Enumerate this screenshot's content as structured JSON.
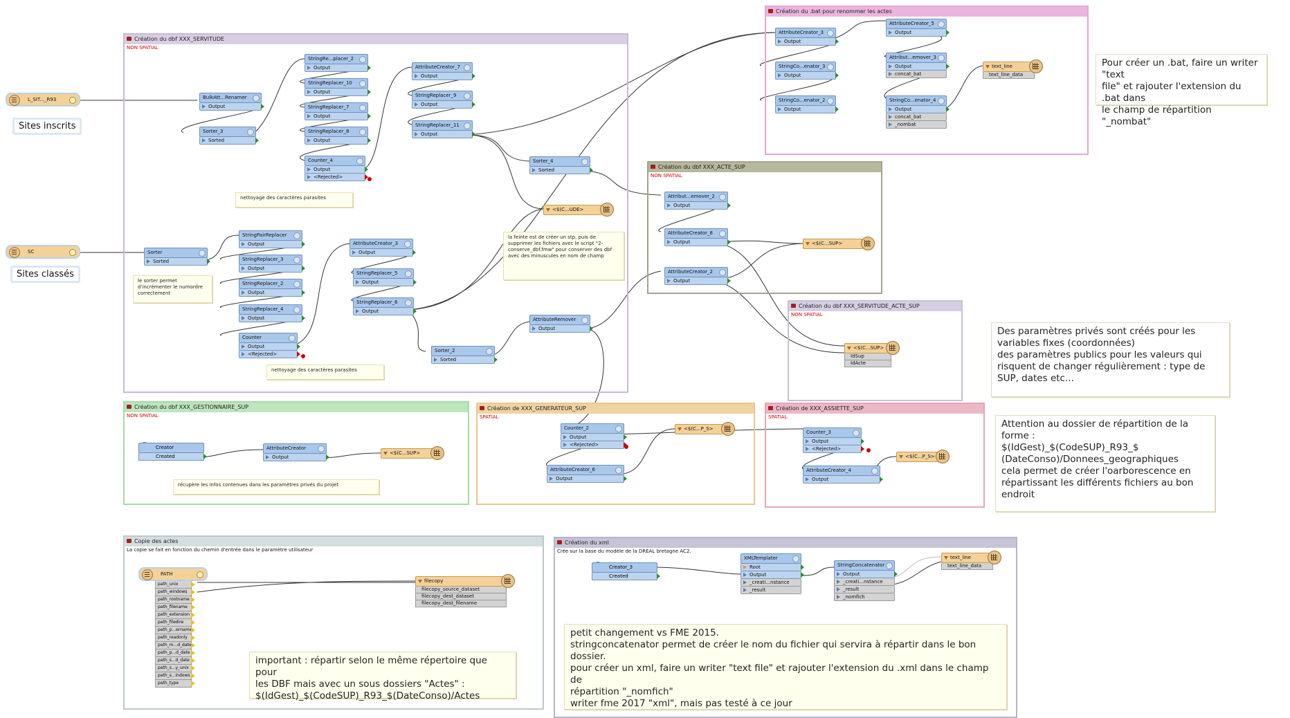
{
  "bookmarks": {
    "servitude": {
      "title": "Création du dbf XXX_SERVITUDE",
      "tag": "NON SPATIAL"
    },
    "bat": {
      "title": "Création du .bat pour renommer les actes"
    },
    "acte_sup": {
      "title": "Création du dbf XXX_ACTE_SUP",
      "tag": "NON SPATIAL"
    },
    "servitude_acte_sup": {
      "title": "Création du dbf XXX_SERVITUDE_ACTE_SUP",
      "tag": "NON SPATIAL"
    },
    "gestionnaire": {
      "title": "Création du dbf XXX_GESTIONNAIRE_SUP",
      "tag": "NON SPATIAL"
    },
    "generateur": {
      "title": "Création de XXX_GENERATEUR_SUP",
      "tag": "SPATIAL"
    },
    "assiette": {
      "title": "Création de XXX_ASSIETTE_SUP",
      "tag": "SPATIAL"
    },
    "copie": {
      "title": "Copie des actes",
      "desc": "La copie se fait en fonction du chemin d'entrée dans le paramètre utilisateur"
    },
    "xml": {
      "title": "Création du xml",
      "desc": "Crée sur la base du modèle de la DREAL bretagne AC2."
    }
  },
  "readers": {
    "sites_inscrits": {
      "label": "L_SIT..._R93"
    },
    "sites_classes": {
      "label": "SC"
    }
  },
  "captions": {
    "sites_inscrits": "Sites inscrits",
    "sites_classes": "Sites classés"
  },
  "transformers": {
    "bulk": {
      "name": "BulkAtt...Renamer",
      "ports": [
        "Output"
      ]
    },
    "sorter3": {
      "name": "Sorter_3",
      "ports": [
        "Sorted"
      ]
    },
    "srp2": {
      "name": "StringRe...placer_2",
      "ports": [
        "Output"
      ]
    },
    "sr10": {
      "name": "StringReplacer_10",
      "ports": [
        "Output"
      ]
    },
    "sr7": {
      "name": "StringReplacer_7",
      "ports": [
        "Output"
      ]
    },
    "sr8": {
      "name": "StringReplacer_8",
      "ports": [
        "Output"
      ]
    },
    "counter4": {
      "name": "Counter_4",
      "ports": [
        "Output",
        "<Rejected>"
      ]
    },
    "ac7": {
      "name": "AttributeCreator_7",
      "ports": [
        "Output"
      ]
    },
    "sr9": {
      "name": "StringReplacer_9",
      "ports": [
        "Output"
      ]
    },
    "sr11": {
      "name": "StringReplacer_11",
      "ports": [
        "Output"
      ]
    },
    "sorter4": {
      "name": "Sorter_4",
      "ports": [
        "Sorted"
      ]
    },
    "sorter": {
      "name": "Sorter",
      "ports": [
        "Sorted"
      ]
    },
    "srpair": {
      "name": "StringPairReplacer",
      "ports": [
        "Output"
      ]
    },
    "sr3": {
      "name": "StringReplacer_3",
      "ports": [
        "Output"
      ]
    },
    "sr2": {
      "name": "StringReplacer_2",
      "ports": [
        "Output"
      ]
    },
    "sr4": {
      "name": "StringReplacer_4",
      "ports": [
        "Output"
      ]
    },
    "counter": {
      "name": "Counter",
      "ports": [
        "Output",
        "<Rejected>"
      ]
    },
    "ac3": {
      "name": "AttributeCreator_3",
      "ports": [
        "Output"
      ]
    },
    "sr5": {
      "name": "StringReplacer_5",
      "ports": [
        "Output"
      ]
    },
    "sr6": {
      "name": "StringReplacer_6",
      "ports": [
        "Output"
      ]
    },
    "sorter2": {
      "name": "Sorter_2",
      "ports": [
        "Sorted"
      ]
    },
    "attremover": {
      "name": "AttributeRemover",
      "ports": [
        "Output"
      ]
    },
    "attr2": {
      "name": "Attribut...emover_2",
      "ports": [
        "Output"
      ]
    },
    "ac8": {
      "name": "AttributeCreator_8",
      "ports": [
        "Output"
      ]
    },
    "ac2": {
      "name": "AttributeCreator_2",
      "ports": [
        "Output"
      ]
    },
    "bat_ac3": {
      "name": "AttributeCreator_3",
      "ports": [
        "Output"
      ]
    },
    "strcon3": {
      "name": "StringCo...enator_3",
      "ports": [
        "Output"
      ]
    },
    "strcon2": {
      "name": "StringCo...enator_2",
      "ports": [
        "Output"
      ]
    },
    "bat_ac5": {
      "name": "AttributeCreator_5",
      "ports": [
        "Output"
      ]
    },
    "attrem3": {
      "name": "Attribut...emover_3",
      "ports": [
        "Output",
        "concat_bat"
      ]
    },
    "strcon4": {
      "name": "StringCo...enator_4",
      "ports": [
        "Output",
        "concat_bat",
        "_nombat"
      ]
    },
    "creator": {
      "name": "Creator",
      "ports": [
        "Created"
      ]
    },
    "gest_ac": {
      "name": "AttributeCreator",
      "ports": [
        "Output"
      ]
    },
    "counter2": {
      "name": "Counter_2",
      "ports": [
        "Output",
        "<Rejected>"
      ]
    },
    "ac6": {
      "name": "AttributeCreator_6",
      "ports": [
        "Output"
      ]
    },
    "counter3": {
      "name": "Counter_3",
      "ports": [
        "Output",
        "<Rejected>"
      ]
    },
    "ac4": {
      "name": "AttributeCreator_4",
      "ports": [
        "Output"
      ]
    },
    "creator3": {
      "name": "Creator_3",
      "ports": [
        "Created"
      ]
    },
    "xmltemp": {
      "name": "XMLTemplater",
      "ports": [
        "Root",
        "Output",
        "_creati...nstance",
        "_result"
      ]
    },
    "strconcat": {
      "name": "StringConcatenator",
      "ports": [
        "Output",
        "_creati...nstance",
        "_result",
        "_nomfich"
      ]
    }
  },
  "writers": {
    "servitude": {
      "label": "<$(C...UDE>"
    },
    "bat": {
      "label": "text_line",
      "ports": [
        "text_line_data"
      ]
    },
    "acte_sup": {
      "label": "<$(C...SUP>"
    },
    "serv_acte": {
      "label": "<$(C...SUP>",
      "ports": [
        "IdSup",
        "IdActe"
      ]
    },
    "gest": {
      "label": "<$(C...SUP>"
    },
    "gen": {
      "label": "<$(C...P_S>"
    },
    "ass": {
      "label": "<$(C...P_S>"
    },
    "filecopy": {
      "label": "filecopy",
      "ports": [
        "filecopy_source_dataset",
        "filecopy_dest_dataset",
        "filecopy_dest_filename"
      ]
    },
    "xml": {
      "label": "text_line",
      "ports": [
        "text_line_data"
      ]
    }
  },
  "path_reader": {
    "label": "PATH",
    "ports": [
      "path_unix",
      "path_windows",
      "path_rootname",
      "path_filename",
      "path_extension",
      "path_filedire",
      "path_p...ername",
      "path_readonly",
      "path_m...d_date",
      "path_p...d_date",
      "path_s...d_date",
      "path_s...y_unix",
      "path_s...indows",
      "path_type"
    ]
  },
  "notes": {
    "nettoyage1": "nettoyage des caractères parasites",
    "nettoyage2": "nettoyage des caractères parasites",
    "sorter": "le sorter permet d'incrémenter le numordre correctement",
    "script": "la feinte est de créer un stp, puis de supprimer les fichiers avec le script \"2-conserve_dbf.fmw\" pour conserver des dbf avec des minuscules en nom de champ",
    "recupere": "récupère les infos contenues dans les paramètres privés du projet"
  },
  "big_notes": {
    "bat": "Pour créer un .bat, faire un writer \"text\nfile\" et rajouter l'extension du .bat dans\nle champ de répartition \"_nombat\"",
    "params": "Des paramètres privés sont créés pour les\nvariables fixes (coordonnées)\ndes paramètres publics pour les valeurs qui\nrisquent de changer régulièrement : type de\nSUP, dates etc...",
    "attention": "Attention au dossier de répartition de la\nforme :\n$(IdGest)_$(CodeSUP)_R93_$\n(DateConso)/Donnees_geographiques\ncela permet de créer l'oarborescence en\nrépartissant les différents fichiers au bon\nendroit",
    "important": "important : répartir selon le même répertoire que pour\nles DBF mais avec un sous dossiers \"Actes\" :\n$(IdGest)_$(CodeSUP)_R93_$(DateConso)/Actes",
    "xml": "petit changement vs FME 2015.\nstringconcatenator permet de créer le nom du fichier qui servira à répartir dans le bon\ndossier.\npour créer un xml, faire un writer \"text file\" et rajouter l'extension du .xml dans le champ de\nrépartition \"_nomfich\"\nwriter fme 2017 \"xml\", mais pas testé à ce jour"
  },
  "colors": {
    "connector": "#333333",
    "output_port": "#2e8b2e",
    "rejected_port": "#cc0000"
  }
}
